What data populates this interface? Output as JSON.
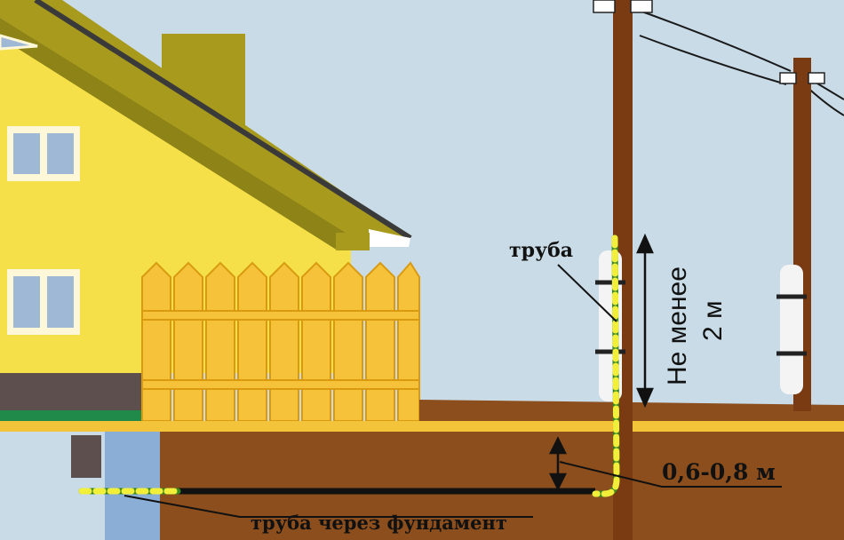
{
  "labels": {
    "pipe": "труба",
    "min_height_line1": "Не менее",
    "min_height_line2": "2 м",
    "depth": "0,6-0,8 м",
    "pipe_through_foundation": "труба через фундамент"
  },
  "colors": {
    "sky": "#c9dbe6",
    "house_wall": "#f5e04a",
    "roof": "#a89a1c",
    "roof_edge": "#3a3a3a",
    "window_frame": "#fff8d8",
    "window_glass": "#9fb8d6",
    "fence": "#f5c23a",
    "fence_outline": "#d99a10",
    "ground": "#8b4e1c",
    "ground_strip": "#f3c43a",
    "pole": "#7a3a12",
    "cable": "#111111",
    "pipe_green": "#3a8a20",
    "pipe_yellow": "#f2ef3a",
    "foundation": "#8aaed6",
    "plinth": "#5e4f4f",
    "grass": "#1f8a4a",
    "label_text": "#111111",
    "insulator": "#ffffff"
  }
}
